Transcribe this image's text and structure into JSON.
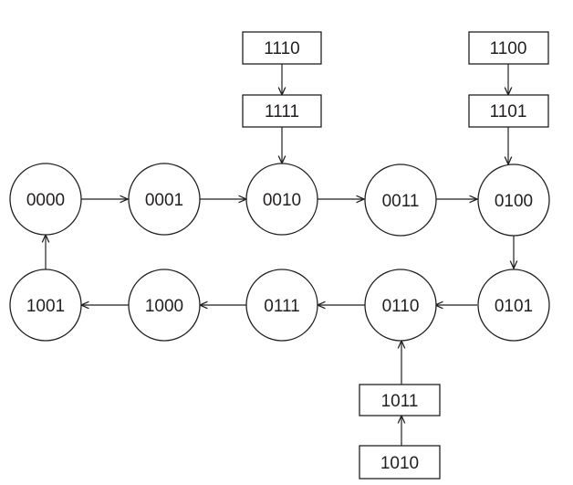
{
  "diagram": {
    "type": "state-transition",
    "main_states": [
      {
        "id": "s0000",
        "label": "0000"
      },
      {
        "id": "s0001",
        "label": "0001"
      },
      {
        "id": "s0010",
        "label": "0010"
      },
      {
        "id": "s0011",
        "label": "0011"
      },
      {
        "id": "s0100",
        "label": "0100"
      },
      {
        "id": "s0101",
        "label": "0101"
      },
      {
        "id": "s0110",
        "label": "0110"
      },
      {
        "id": "s0111",
        "label": "0111"
      },
      {
        "id": "s1000",
        "label": "1000"
      },
      {
        "id": "s1001",
        "label": "1001"
      }
    ],
    "unused_states": [
      {
        "id": "s1110",
        "label": "1110"
      },
      {
        "id": "s1111",
        "label": "1111"
      },
      {
        "id": "s1100",
        "label": "1100"
      },
      {
        "id": "s1101",
        "label": "1101"
      },
      {
        "id": "s1011",
        "label": "1011"
      },
      {
        "id": "s1010",
        "label": "1010"
      }
    ],
    "transitions": [
      {
        "from": "0000",
        "to": "0001"
      },
      {
        "from": "0001",
        "to": "0010"
      },
      {
        "from": "0010",
        "to": "0011"
      },
      {
        "from": "0011",
        "to": "0100"
      },
      {
        "from": "0100",
        "to": "0101"
      },
      {
        "from": "0101",
        "to": "0110"
      },
      {
        "from": "0110",
        "to": "0111"
      },
      {
        "from": "0111",
        "to": "1000"
      },
      {
        "from": "1000",
        "to": "1001"
      },
      {
        "from": "1001",
        "to": "0000"
      },
      {
        "from": "1110",
        "to": "1111"
      },
      {
        "from": "1111",
        "to": "0010"
      },
      {
        "from": "1100",
        "to": "1101"
      },
      {
        "from": "1101",
        "to": "0100"
      },
      {
        "from": "1010",
        "to": "1011"
      },
      {
        "from": "1011",
        "to": "0110"
      }
    ],
    "colors": {
      "stroke": "#231f20",
      "fill": "#ffffff",
      "text": "#231f20"
    }
  }
}
